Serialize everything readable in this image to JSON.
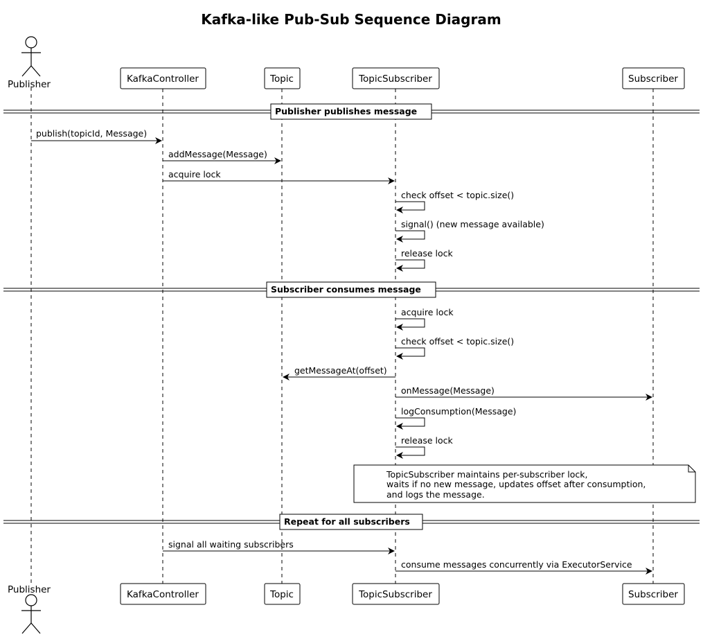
{
  "title": "Kafka-like Pub-Sub Sequence Diagram",
  "participants": {
    "publisher": "Publisher",
    "controller": "KafkaController",
    "topic": "Topic",
    "topic_subscriber": "TopicSubscriber",
    "subscriber": "Subscriber"
  },
  "dividers": [
    "Publisher publishes message",
    "Subscriber consumes message",
    "Repeat for all subscribers"
  ],
  "messages": [
    {
      "from": "publisher",
      "to": "controller",
      "label": "publish(topicId, Message)"
    },
    {
      "from": "controller",
      "to": "topic",
      "label": "addMessage(Message)"
    },
    {
      "from": "controller",
      "to": "topic_subscriber",
      "label": "acquire lock"
    },
    {
      "from": "topic_subscriber",
      "to": "topic_subscriber",
      "label": "check offset < topic.size()"
    },
    {
      "from": "topic_subscriber",
      "to": "topic_subscriber",
      "label": "signal() (new message available)"
    },
    {
      "from": "topic_subscriber",
      "to": "topic_subscriber",
      "label": "release lock"
    },
    {
      "from": "topic_subscriber",
      "to": "topic_subscriber",
      "label": "acquire lock"
    },
    {
      "from": "topic_subscriber",
      "to": "topic_subscriber",
      "label": "check offset < topic.size()"
    },
    {
      "from": "topic_subscriber",
      "to": "topic",
      "label": "getMessageAt(offset)"
    },
    {
      "from": "topic_subscriber",
      "to": "subscriber",
      "label": "onMessage(Message)"
    },
    {
      "from": "topic_subscriber",
      "to": "topic_subscriber",
      "label": "logConsumption(Message)"
    },
    {
      "from": "topic_subscriber",
      "to": "topic_subscriber",
      "label": "release lock"
    },
    {
      "from": "controller",
      "to": "topic_subscriber",
      "label": "signal all waiting subscribers"
    },
    {
      "from": "topic_subscriber",
      "to": "subscriber",
      "label": "consume messages concurrently via ExecutorService"
    }
  ],
  "note": {
    "lines": [
      "TopicSubscriber maintains per-subscriber lock,",
      "waits if no new message, updates offset after consumption,",
      "and logs the message."
    ]
  }
}
